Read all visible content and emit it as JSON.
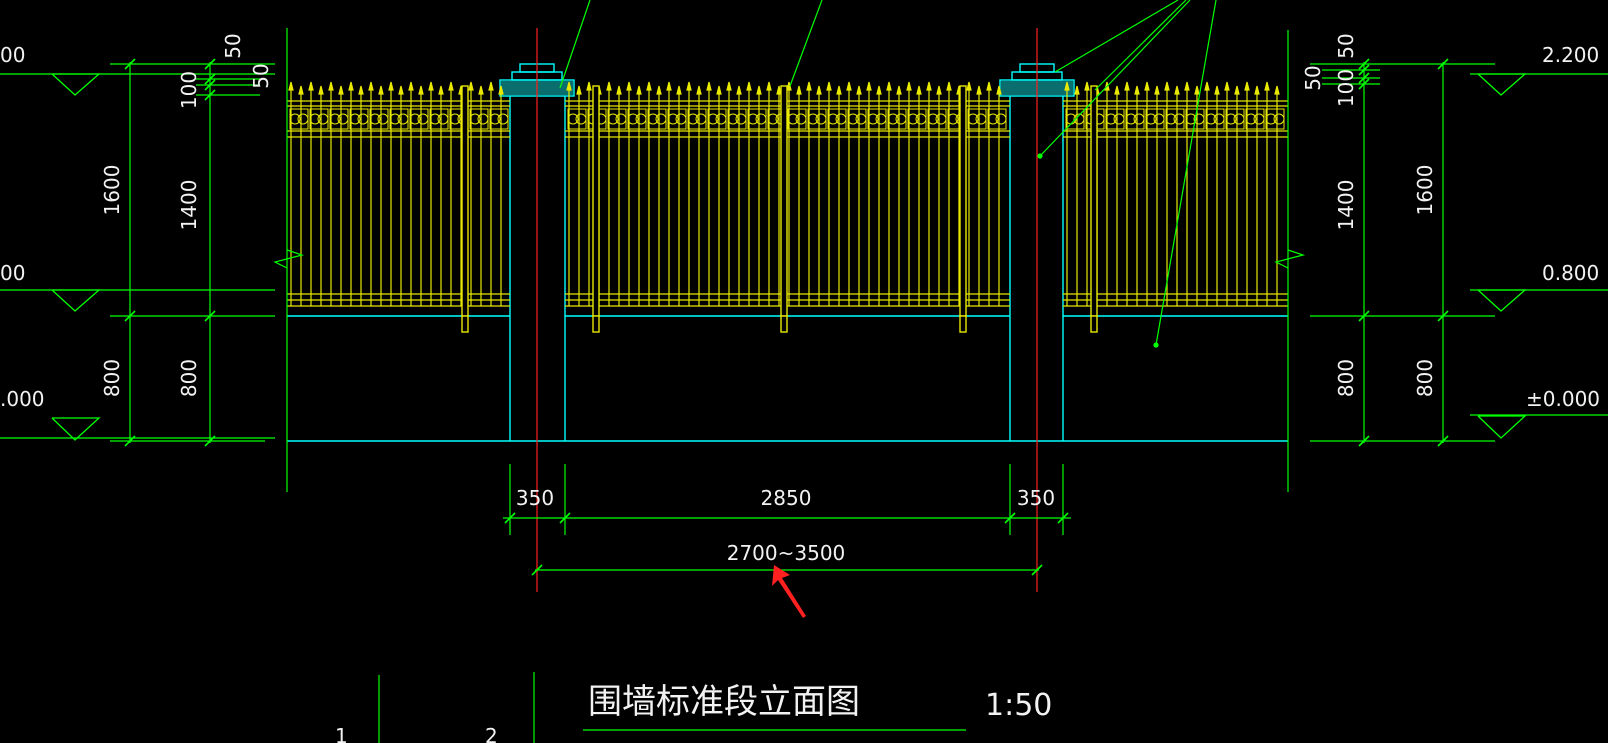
{
  "colors": {
    "background": "#000000",
    "dimension": "#00ff00",
    "fence": "#e8e800",
    "wall": "#00ffff",
    "axis": "#ff2020",
    "text": "#f2f2f2",
    "cursor_arrow": "#ff2020"
  },
  "left_dims": {
    "outer_total": "1600",
    "outer_base": "800",
    "inner_fence": "1400",
    "inner_base": "800",
    "top_a": "100",
    "top_b": "50",
    "top_c": "50"
  },
  "right_dims": {
    "top_a": "50",
    "top_b": "50",
    "top_c": "100",
    "inner_fence": "1400",
    "inner_base": "800",
    "outer_total": "1600",
    "outer_base": "800"
  },
  "elevations": {
    "left_top": "00",
    "left_mid": "00",
    "left_bottom": ".000",
    "right_top": "2.200",
    "right_mid": "0.800",
    "right_bottom": "±0.000"
  },
  "bottom_dims": {
    "pier_left": "350",
    "span": "2850",
    "pier_right": "350",
    "axis_range": "2700~3500"
  },
  "title": {
    "name": "围墙标准段立面图",
    "scale": "1:50",
    "left_mark": "1",
    "right_mark": "2"
  }
}
